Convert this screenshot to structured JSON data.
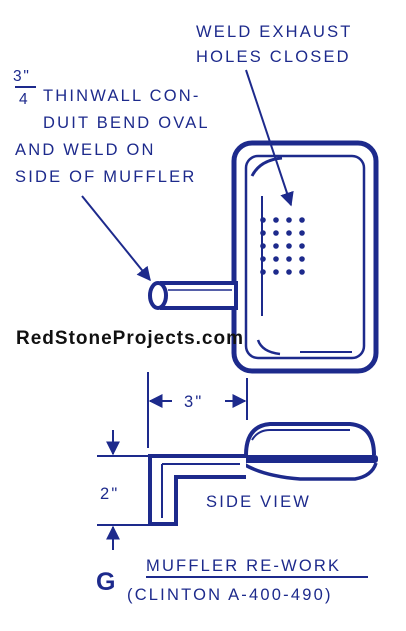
{
  "labels": {
    "weld_line1": "WELD EXHAUST",
    "weld_line2": "HOLES CLOSED",
    "frac_num": "3\"",
    "frac_den": "4",
    "conduit_line1": "THINWALL CON-",
    "conduit_line2": "DUIT BEND OVAL",
    "conduit_line3": "AND WELD ON",
    "conduit_line4": "SIDE OF MUFFLER",
    "dim_width": "3\"",
    "dim_height": "2\"",
    "side_view": "SIDE VIEW",
    "figure_letter": "G",
    "caption_line1": "MUFFLER RE-WORK",
    "caption_line2": "(CLINTON A-400-490)"
  },
  "watermark": "RedStoneProjects.com",
  "colors": {
    "ink": "#1d2a8c",
    "watermark": "#111111",
    "background": "#ffffff"
  }
}
